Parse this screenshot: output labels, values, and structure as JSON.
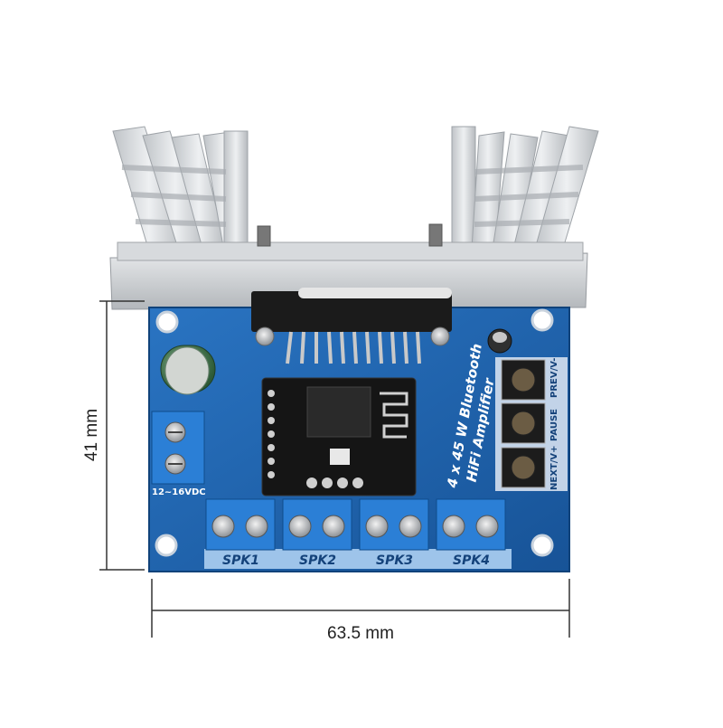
{
  "dimensions": {
    "height_label": "41 mm",
    "width_label": "63.5 mm"
  },
  "board": {
    "title_line1": "4 x 45 W Bluetooth",
    "title_line2": "HiFi Amplifier",
    "power_label": "12~16VDC",
    "speaker_labels": [
      "SPK1",
      "SPK2",
      "SPK3",
      "SPK4"
    ],
    "button_labels": [
      "PREV/V-",
      "PAUSE",
      "NEXT/V+"
    ]
  },
  "colors": {
    "pcb": "#1b5fa8",
    "pcb_light": "#3b86d0",
    "heatsink": "#d9dcdf",
    "terminal": "#2b7fd6",
    "chip": "#1a1a1a"
  }
}
